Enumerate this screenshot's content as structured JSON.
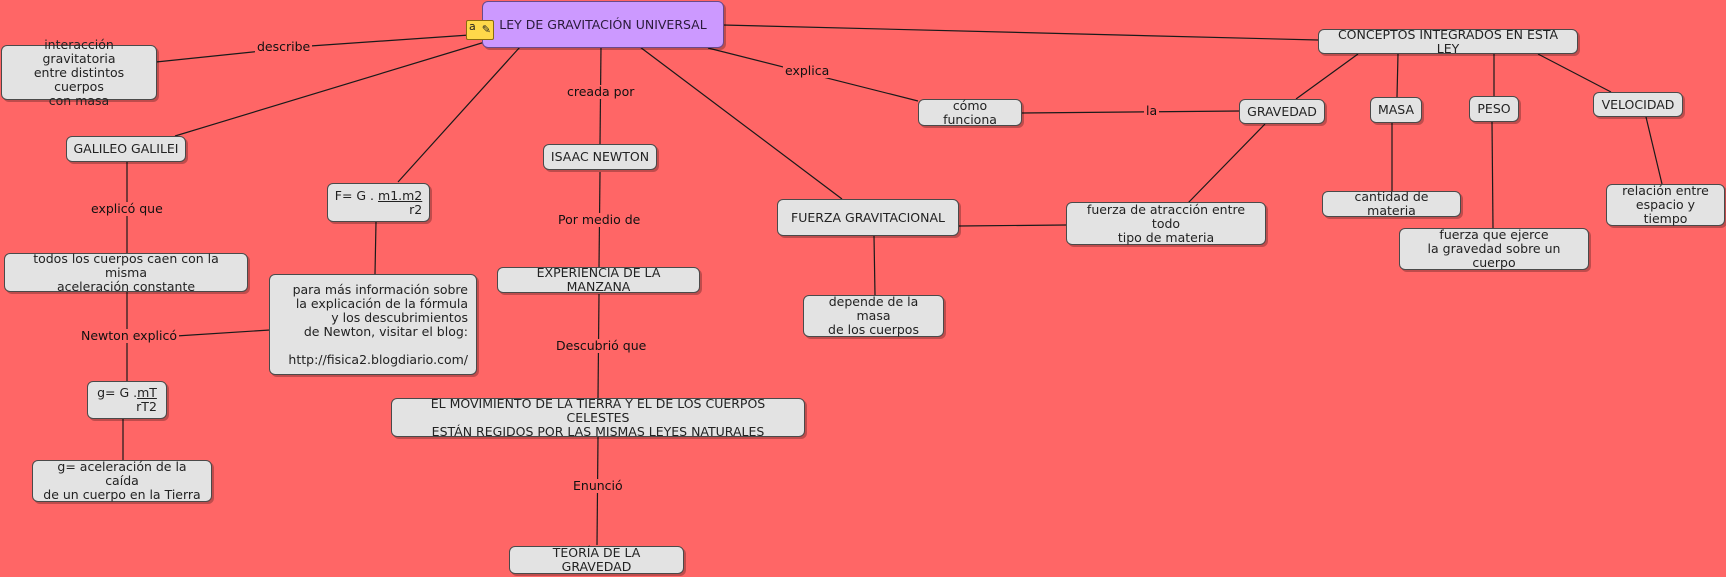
{
  "concept_map": {
    "root": "LEY DE GRAVITACIÓN UNIVERSAL",
    "nodes": {
      "interaccion": "interacción gravitatoria\nentre distintos cuerpos\ncon masa",
      "galileo": "GALILEO GALILEI",
      "todos_cuerpos": "todos los cuerpos caen con la misma\naceleración constante",
      "g_formula_left": "g= G .",
      "g_formula_num": "mT",
      "g_formula_den": "rT2",
      "g_def": "g= aceleración de la caída\nde un cuerpo en la Tierra",
      "f_formula_left": "F= G .",
      "f_formula_num": "m1.m2",
      "f_formula_den": "r2",
      "blog_info": "para más información sobre\nla explicación de la fórmula\ny los descubrimientos\nde Newton, visitar el blog:\n\nhttp://fisica2.blogdiario.com/",
      "newton": "ISAAC NEWTON",
      "manzana": "EXPERIENCIA DE LA MANZANA",
      "movimiento": "EL MOVIMIENTO DE LA TIERRA Y EL DE LOS CUERPOS CELESTES\nESTÁN REGIDOS POR LAS MISMAS LEYES NATURALES",
      "teoria": "TEORÍA DE LA GRAVEDAD",
      "fuerza_grav": "FUERZA GRAVITACIONAL",
      "depende": "depende de la masa\nde los cuerpos",
      "como_funciona": "cómo funciona",
      "gravedad": "GRAVEDAD",
      "fuerza_atraccion": "fuerza de atracción entre todo\ntipo de materia",
      "conceptos": "CONCEPTOS INTEGRADOS EN ESTA LEY",
      "masa": "MASA",
      "cantidad_materia": "cantidad de materia",
      "peso": "PESO",
      "fuerza_ejerce": "fuerza que ejerce\nla gravedad sobre un cuerpo",
      "velocidad": "VELOCIDAD",
      "relacion": "relación entre\nespacio y tiempo"
    },
    "labels": {
      "describe": "describe",
      "explico_que": "explicó que",
      "newton_explico": "Newton explicó",
      "creada_por": "creada por",
      "por_medio_de": "Por medio de",
      "descubrio_que": "Descubrió que",
      "enuncio": "Enunció",
      "explica": "explica",
      "la": "la"
    },
    "icon": {
      "name": "resource-note-icon",
      "glyph_text": "a"
    },
    "colors": {
      "background": "#ff6666",
      "root": "#cc99ff",
      "node": "#e3e3e3"
    }
  }
}
